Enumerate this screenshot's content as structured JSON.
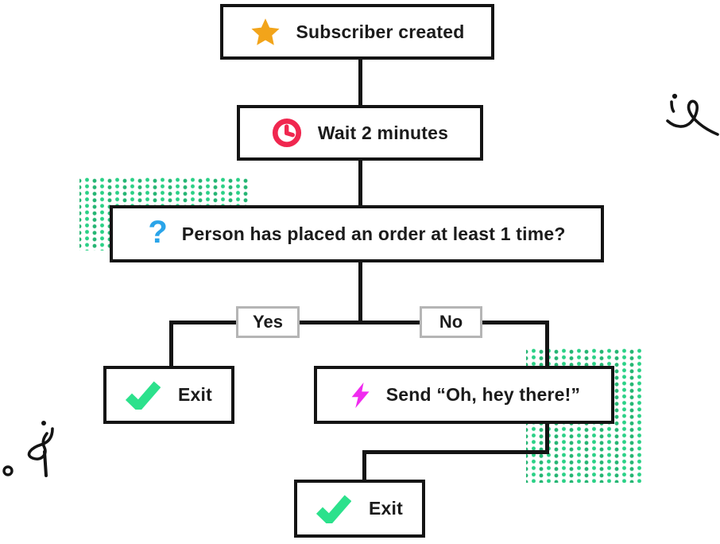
{
  "nodes": {
    "subscriber": {
      "label": "Subscriber created",
      "icon": "star-icon"
    },
    "wait": {
      "label": "Wait 2 minutes",
      "icon": "clock-icon"
    },
    "condition": {
      "label": "Person has placed an order at least 1 time?",
      "icon": "question-icon",
      "glyph": "?"
    },
    "exit_yes": {
      "label": "Exit",
      "icon": "check-icon"
    },
    "send": {
      "label": "Send “Oh, hey there!”",
      "icon": "lightning-icon"
    },
    "exit_no": {
      "label": "Exit",
      "icon": "check-icon"
    }
  },
  "branches": {
    "yes": "Yes",
    "no": "No"
  },
  "colors": {
    "line": "#141414",
    "box_border": "#141414",
    "star": "#f2a41a",
    "clock": "#f0274f",
    "question_mark": "#2aa4e9",
    "check": "#2ce18c",
    "lightning": "#f02bef",
    "dots_green": "#2ad186",
    "branch_border": "#b5b5b5",
    "text": "#1b1b1b"
  }
}
